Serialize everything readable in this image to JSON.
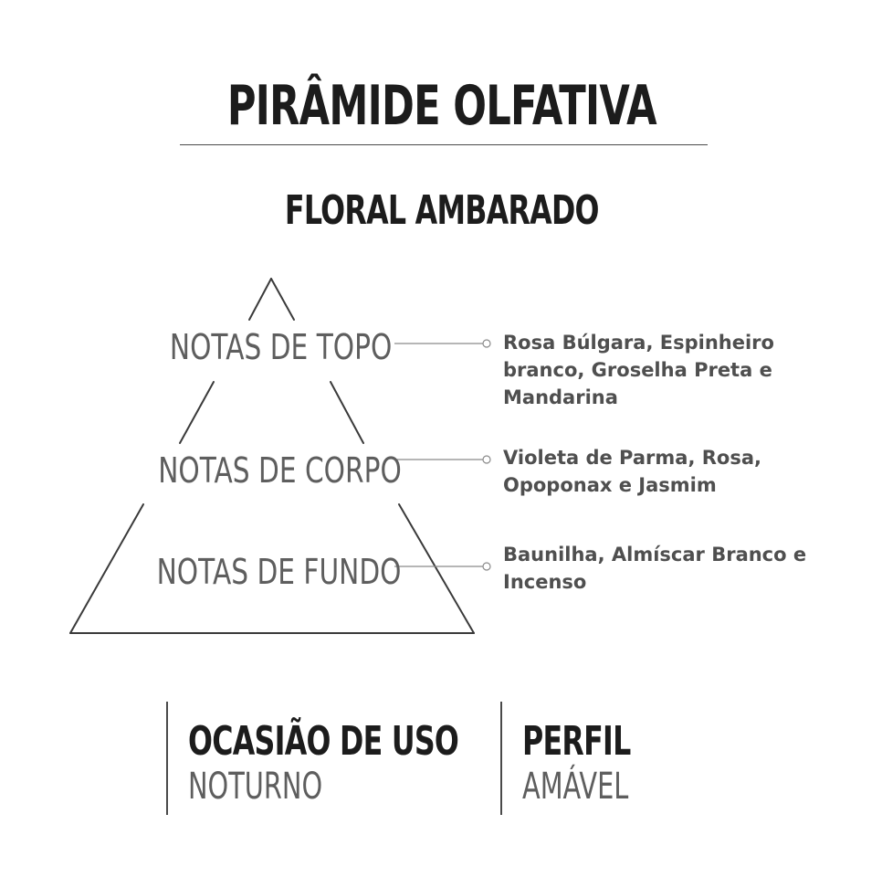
{
  "title": "PIRÂMIDE OLFATIVA",
  "subtitle": "FLORAL AMBARADO",
  "tiers": [
    {
      "label": "NOTAS DE TOPO",
      "notes": "Rosa Búlgara, Espinheiro branco, Groselha Preta e Mandarina"
    },
    {
      "label": "NOTAS DE CORPO",
      "notes": "Violeta de Parma, Rosa, Opoponax e Jasmim"
    },
    {
      "label": "NOTAS DE FUNDO",
      "notes": "Baunilha, Almíscar Branco e Incenso"
    }
  ],
  "occasion": {
    "heading": "OCASIÃO DE USO",
    "value": "NOTURNO"
  },
  "profile": {
    "heading": "PERFIL",
    "value": "AMÁVEL"
  },
  "colors": {
    "text_dark": "#1c1c1c",
    "text_gray": "#5e5e5e",
    "notes_gray": "#4f4f4f",
    "line": "#4a4a4a",
    "background": "#ffffff"
  }
}
